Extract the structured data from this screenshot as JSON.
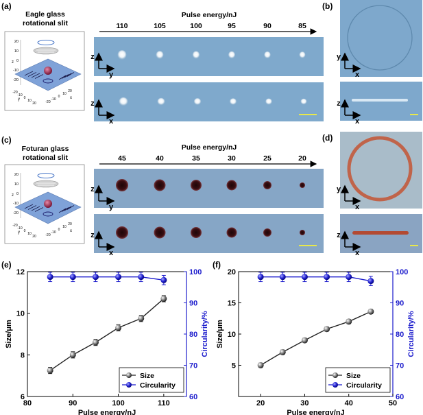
{
  "panels": {
    "a": {
      "label": "(a)",
      "inset_title_line1": "Eagle glass",
      "inset_title_line2": "rotational slit",
      "energy_axis_title": "Pulse energy/nJ",
      "energies": [
        "110",
        "105",
        "100",
        "95",
        "90",
        "85"
      ],
      "row1_axes": {
        "vertical": "z",
        "horizontal": "y"
      },
      "row2_axes": {
        "vertical": "z",
        "horizontal": "x"
      }
    },
    "b": {
      "label": "(b)",
      "top_axes": {
        "vertical": "y",
        "horizontal": "x"
      },
      "bottom_axes": {
        "vertical": "z",
        "horizontal": "x"
      }
    },
    "c": {
      "label": "(c)",
      "inset_title_line1": "Foturan glass",
      "inset_title_line2": "rotational slit",
      "energy_axis_title": "Pulse energy/nJ",
      "energies": [
        "45",
        "40",
        "35",
        "30",
        "25",
        "20"
      ],
      "row1_axes": {
        "vertical": "z",
        "horizontal": "y"
      },
      "row2_axes": {
        "vertical": "z",
        "horizontal": "x"
      }
    },
    "d": {
      "label": "(d)",
      "top_axes": {
        "vertical": "y",
        "horizontal": "x"
      },
      "bottom_axes": {
        "vertical": "z",
        "horizontal": "x"
      }
    },
    "e": {
      "label": "(e)"
    },
    "f": {
      "label": "(f)"
    }
  },
  "inset3d": {
    "z_ticks": [
      "20",
      "10",
      "0",
      "-10",
      "-20"
    ],
    "x_ticks": [
      "-20",
      "-10",
      "0",
      "10",
      "20"
    ],
    "y_ticks": [
      "-20",
      "-10",
      "0",
      "10",
      "20"
    ],
    "axis_letters": {
      "z": "z",
      "x": "x",
      "y": "y"
    }
  },
  "colors": {
    "eagle_bg": "#7fa9cc",
    "foturan_bg": "#86a6c6",
    "size_series": "#444444",
    "circ_series": "#1a1acc",
    "scale_bar": "#e8e84a",
    "foturan_dot": "#3a0e12",
    "ring": "#c0644a"
  },
  "chart_data": [
    {
      "type": "line",
      "panel": "e",
      "xlabel": "Pulse energy/nJ",
      "ylabel": "Size/μm",
      "y2label": "Circularity/%",
      "xlim": [
        80,
        115
      ],
      "ylim": [
        6,
        12
      ],
      "y2lim": [
        60,
        100
      ],
      "x_ticks": [
        80,
        90,
        100,
        110
      ],
      "y_ticks": [
        6,
        8,
        10,
        12
      ],
      "y2_ticks": [
        60,
        70,
        80,
        90,
        100
      ],
      "legend_position": "bottom-right",
      "series": [
        {
          "name": "Size",
          "axis": "left",
          "x": [
            85,
            90,
            95,
            100,
            105,
            110
          ],
          "values": [
            7.25,
            8.0,
            8.6,
            9.3,
            9.75,
            10.7
          ],
          "err": [
            0.15,
            0.15,
            0.15,
            0.15,
            0.15,
            0.15
          ]
        },
        {
          "name": "Circularity",
          "axis": "right",
          "x": [
            85,
            90,
            95,
            100,
            105,
            110
          ],
          "values": [
            98.3,
            98.3,
            98.3,
            98.3,
            98.3,
            97.3
          ],
          "err": [
            1.5,
            1.5,
            1.5,
            1.5,
            1.5,
            1.5
          ]
        }
      ]
    },
    {
      "type": "line",
      "panel": "f",
      "xlabel": "Pulse energy/nJ",
      "ylabel": "Size/μm",
      "y2label": "Circularity/%",
      "xlim": [
        15,
        50
      ],
      "ylim": [
        0,
        20
      ],
      "y2lim": [
        60,
        100
      ],
      "x_ticks": [
        20,
        30,
        40,
        50
      ],
      "y_ticks": [
        5,
        10,
        15,
        20
      ],
      "y2_ticks": [
        60,
        70,
        80,
        90,
        100
      ],
      "legend_position": "bottom-right",
      "series": [
        {
          "name": "Size",
          "axis": "left",
          "x": [
            20,
            25,
            30,
            35,
            40,
            45
          ],
          "values": [
            5.0,
            7.1,
            9.0,
            10.8,
            12.0,
            13.6
          ],
          "err": [
            0.35,
            0.35,
            0.35,
            0.35,
            0.35,
            0.35
          ]
        },
        {
          "name": "Circularity",
          "axis": "right",
          "x": [
            20,
            25,
            30,
            35,
            40,
            45
          ],
          "values": [
            98.3,
            98.3,
            98.3,
            98.3,
            98.3,
            97.0
          ],
          "err": [
            1.5,
            1.5,
            1.5,
            1.5,
            1.5,
            1.5
          ]
        }
      ]
    }
  ]
}
